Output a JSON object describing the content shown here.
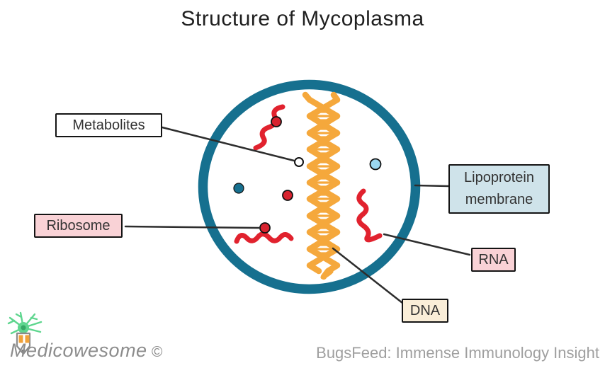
{
  "title": "Structure of Mycoplasma",
  "diagram": {
    "labels": {
      "metabolites": "Metabolites",
      "ribosome": "Ribosome",
      "lipoprotein_membrane": "Lipoprotein membrane",
      "rna": "RNA",
      "dna": "DNA"
    },
    "colors": {
      "membrane_teal": "#16708f",
      "dna_orange": "#f5a83c",
      "rna_red": "#e1222e",
      "ribosome_red": "#d8232f",
      "metabolite_blue": "#9bd7f0",
      "metabolite_teal": "#17708f",
      "metabolite_white": "#ffffff",
      "leader_line": "#2d2d2d",
      "box_pink": "#f9d2d6",
      "box_blue": "#cfe3ea",
      "box_cream": "#faeed8",
      "box_white": "#ffffff"
    }
  },
  "footer": {
    "brand": "Medicowesome",
    "copyright_symbol": "©",
    "credit": "BugsFeed: Immense Immunology Insight"
  }
}
